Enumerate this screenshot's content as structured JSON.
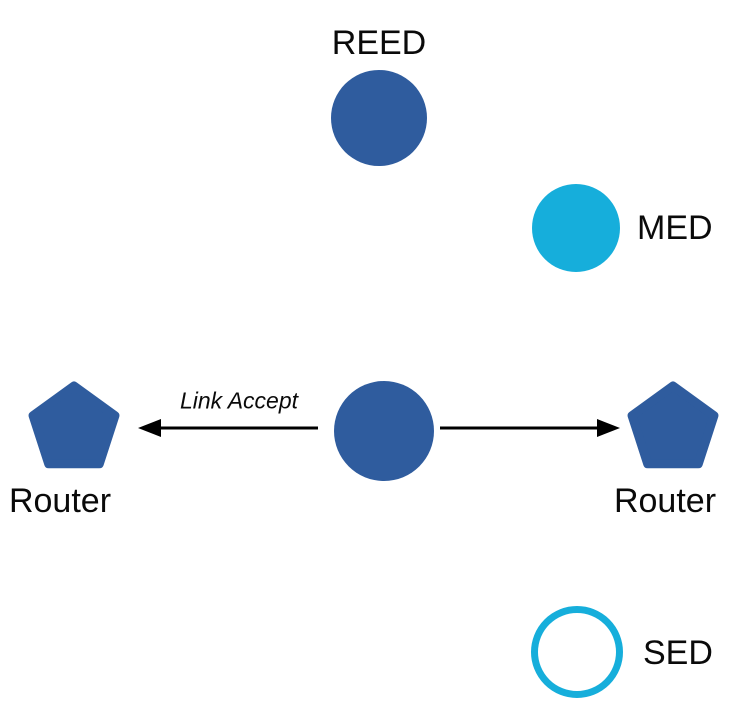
{
  "colors": {
    "node_blue": "#2F5C9E",
    "node_cyan": "#16AEDB",
    "arrow_black": "#000000",
    "label_black": "#0A0A0A"
  },
  "nodes": {
    "reed": {
      "label": "REED",
      "shape": "circle",
      "fill": "node_blue"
    },
    "med": {
      "label": "MED",
      "shape": "circle",
      "fill": "node_cyan"
    },
    "center": {
      "label": "",
      "shape": "circle",
      "fill": "node_blue"
    },
    "router_left": {
      "label": "Router",
      "shape": "pentagon",
      "fill": "node_blue"
    },
    "router_right": {
      "label": "Router",
      "shape": "pentagon",
      "fill": "node_blue"
    },
    "sed": {
      "label": "SED",
      "shape": "circle-outline",
      "stroke": "node_cyan"
    }
  },
  "edges": {
    "left_arrow": {
      "from": "center",
      "to": "router_left",
      "label": "Link Accept"
    },
    "right_arrow": {
      "from": "center",
      "to": "router_right",
      "label": ""
    }
  }
}
